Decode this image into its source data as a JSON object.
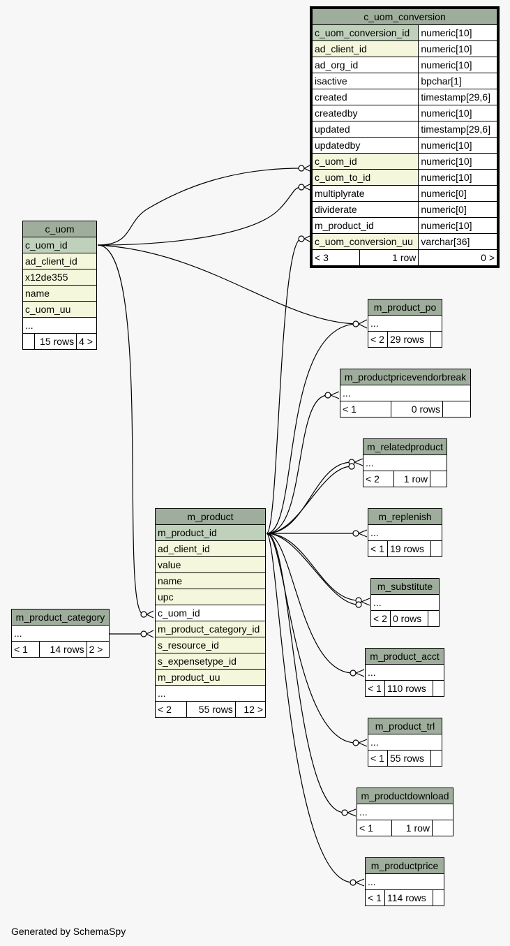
{
  "footer": "Generated by SchemaSpy",
  "tables": {
    "c_uom_conversion": {
      "name": "c_uom_conversion",
      "columns": [
        {
          "name": "c_uom_conversion_id",
          "type": "numeric[10]"
        },
        {
          "name": "ad_client_id",
          "type": "numeric[10]"
        },
        {
          "name": "ad_org_id",
          "type": "numeric[10]"
        },
        {
          "name": "isactive",
          "type": "bpchar[1]"
        },
        {
          "name": "created",
          "type": "timestamp[29,6]"
        },
        {
          "name": "createdby",
          "type": "numeric[10]"
        },
        {
          "name": "updated",
          "type": "timestamp[29,6]"
        },
        {
          "name": "updatedby",
          "type": "numeric[10]"
        },
        {
          "name": "c_uom_id",
          "type": "numeric[10]"
        },
        {
          "name": "c_uom_to_id",
          "type": "numeric[10]"
        },
        {
          "name": "multiplyrate",
          "type": "numeric[0]"
        },
        {
          "name": "dividerate",
          "type": "numeric[0]"
        },
        {
          "name": "m_product_id",
          "type": "numeric[10]"
        },
        {
          "name": "c_uom_conversion_uu",
          "type": "varchar[36]"
        }
      ],
      "footer": {
        "parents": "< 3",
        "rows": "1 row",
        "children": "0 >"
      }
    },
    "c_uom": {
      "name": "c_uom",
      "columns": [
        "c_uom_id",
        "ad_client_id",
        "x12de355",
        "name",
        "c_uom_uu",
        "..."
      ],
      "footer": {
        "parents": "",
        "rows": "15 rows",
        "children": "4 >"
      }
    },
    "m_product": {
      "name": "m_product",
      "columns": [
        "m_product_id",
        "ad_client_id",
        "value",
        "name",
        "upc",
        "c_uom_id",
        "m_product_category_id",
        "s_resource_id",
        "s_expensetype_id",
        "m_product_uu",
        "..."
      ],
      "footer": {
        "parents": "< 2",
        "rows": "55 rows",
        "children": "12 >"
      }
    },
    "m_product_category": {
      "name": "m_product_category",
      "columns": [
        "..."
      ],
      "footer": {
        "parents": "< 1",
        "rows": "14 rows",
        "children": "2 >"
      }
    },
    "m_product_po": {
      "name": "m_product_po",
      "columns": [
        "..."
      ],
      "footer": {
        "parents": "< 2",
        "rows": "29 rows",
        "children": ""
      }
    },
    "m_productpricevendorbreak": {
      "name": "m_productpricevendorbreak",
      "columns": [
        "..."
      ],
      "footer": {
        "parents": "< 1",
        "rows": "0 rows",
        "children": ""
      }
    },
    "m_relatedproduct": {
      "name": "m_relatedproduct",
      "columns": [
        "..."
      ],
      "footer": {
        "parents": "< 2",
        "rows": "1 row",
        "children": ""
      }
    },
    "m_replenish": {
      "name": "m_replenish",
      "columns": [
        "..."
      ],
      "footer": {
        "parents": "< 1",
        "rows": "19 rows",
        "children": ""
      }
    },
    "m_substitute": {
      "name": "m_substitute",
      "columns": [
        "..."
      ],
      "footer": {
        "parents": "< 2",
        "rows": "0 rows",
        "children": ""
      }
    },
    "m_product_acct": {
      "name": "m_product_acct",
      "columns": [
        "..."
      ],
      "footer": {
        "parents": "< 1",
        "rows": "110 rows",
        "children": ""
      }
    },
    "m_product_trl": {
      "name": "m_product_trl",
      "columns": [
        "..."
      ],
      "footer": {
        "parents": "< 1",
        "rows": "55 rows",
        "children": ""
      }
    },
    "m_productdownload": {
      "name": "m_productdownload",
      "columns": [
        "..."
      ],
      "footer": {
        "parents": "< 1",
        "rows": "1 row",
        "children": ""
      }
    },
    "m_productprice": {
      "name": "m_productprice",
      "columns": [
        "..."
      ],
      "footer": {
        "parents": "< 1",
        "rows": "114 rows",
        "children": ""
      }
    }
  }
}
